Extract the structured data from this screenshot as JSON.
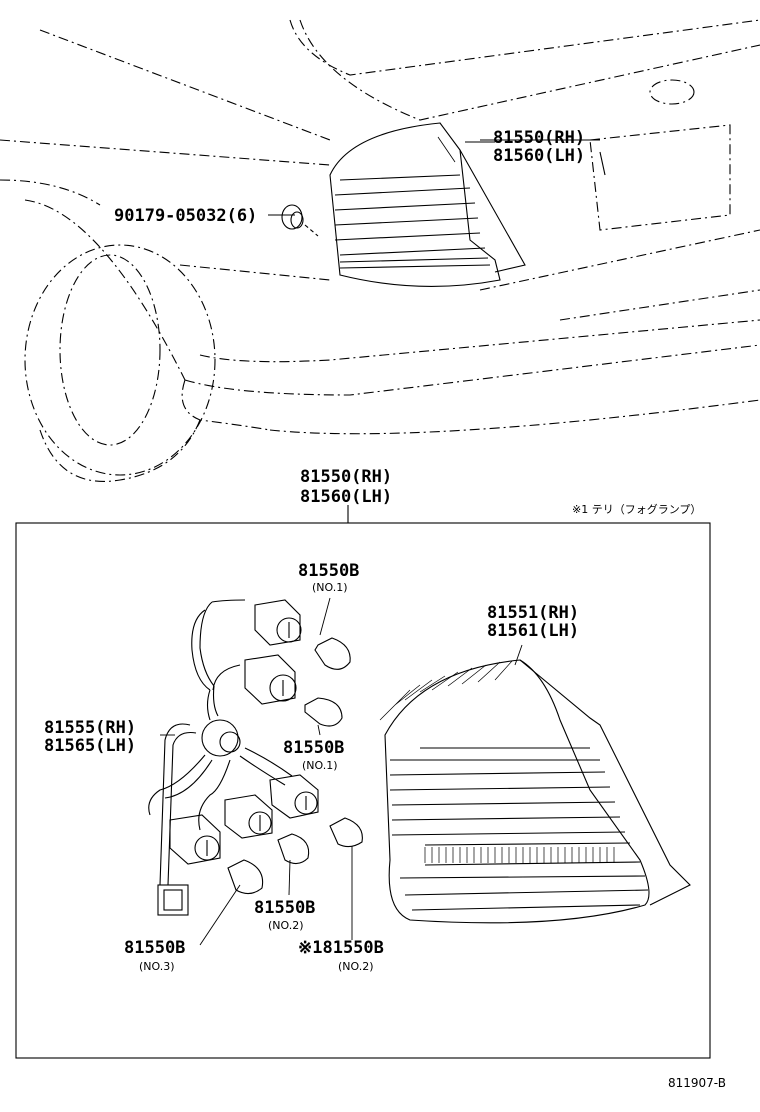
{
  "top": {
    "tail_lamp_rh": "81550(RH)",
    "tail_lamp_lh": "81560(LH)",
    "clip": "90179-05032(6)"
  },
  "assembly": {
    "rh": "81550(RH)",
    "lh": "81560(LH)",
    "note": "※1 テリ（フォグランプ）"
  },
  "parts": {
    "bulb_top_code": "81550B",
    "bulb_top_no": "(NO.1)",
    "lens_rh": "81551(RH)",
    "lens_lh": "81561(LH)",
    "socket_rh": "81555(RH)",
    "socket_lh": "81565(LH)",
    "bulb_mid_code": "81550B",
    "bulb_mid_no": "(NO.1)",
    "bulb_low_code": "81550B",
    "bulb_low_no": "(NO.2)",
    "bulb_left_code": "81550B",
    "bulb_left_no": "(NO.3)",
    "bulb_right_code": "※181550B",
    "bulb_right_no": "(NO.2)"
  },
  "footer": {
    "diagram_id": "811907-B"
  }
}
